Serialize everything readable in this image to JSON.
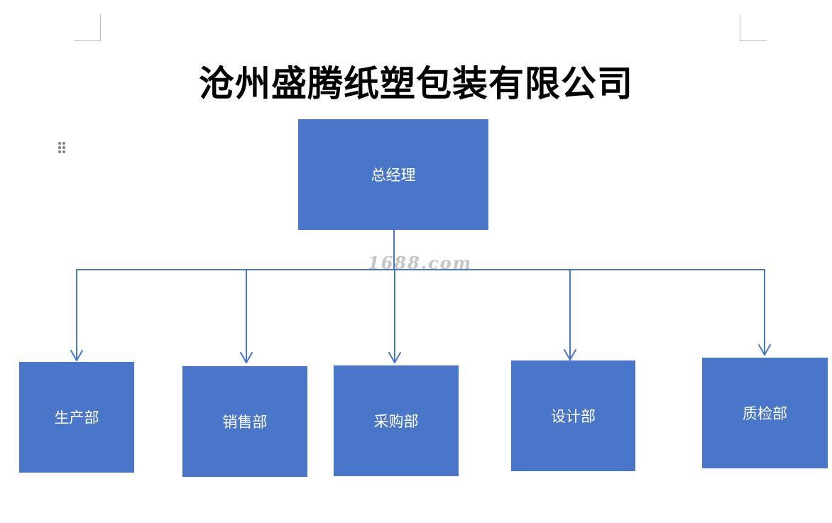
{
  "title": "沧州盛腾纸塑包装有限公司",
  "root": {
    "label": "总经理"
  },
  "departments": [
    {
      "label": "生产部"
    },
    {
      "label": "销售部"
    },
    {
      "label": "采购部"
    },
    {
      "label": "设计部"
    },
    {
      "label": "质检部"
    }
  ],
  "watermark": "1688.com",
  "colors": {
    "box_fill": "#4a76c9",
    "connector": "#4a76c9",
    "box_text": "#ffffff"
  }
}
